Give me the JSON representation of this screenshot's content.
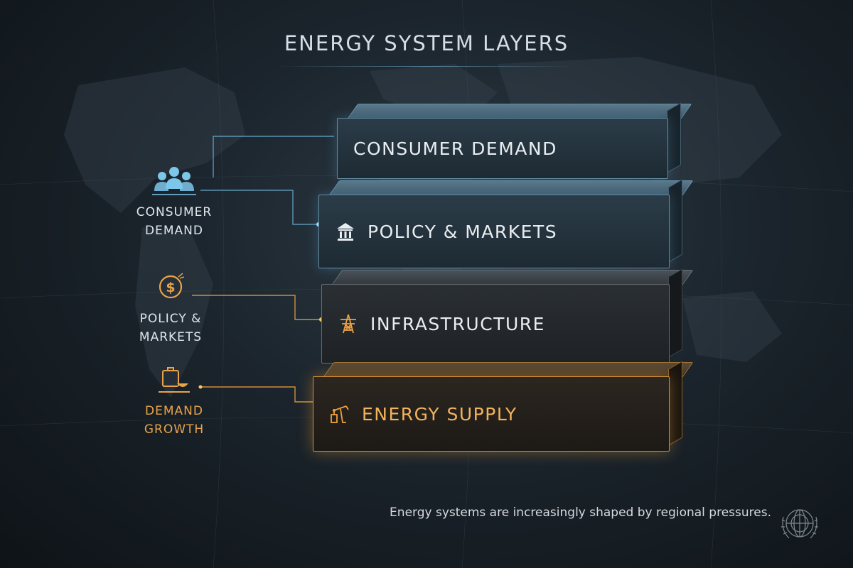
{
  "title": "ENERGY SYSTEM LAYERS",
  "layers": [
    {
      "label": "CONSUMER DEMAND",
      "icon": "none",
      "style": "blue"
    },
    {
      "label": "POLICY & MARKETS",
      "icon": "bank-icon",
      "style": "blue"
    },
    {
      "label": "INFRASTRUCTURE",
      "icon": "transmission-tower-icon",
      "style": "dark"
    },
    {
      "label": "ENERGY SUPPLY",
      "icon": "oil-pump-icon",
      "style": "gold"
    }
  ],
  "side_labels": [
    {
      "line1": "CONSUMER",
      "line2": "DEMAND",
      "icon": "people-icon",
      "color": "#7cc6ea"
    },
    {
      "line1": "POLICY &",
      "line2": "MARKETS",
      "icon": "dollar-coin-icon",
      "color": "#e9a34a"
    },
    {
      "line1": "DEMAND",
      "line2": "GROWTH",
      "icon": "briefcase-bowl-icon",
      "color": "#e9a34a"
    }
  ],
  "caption": "Energy systems are increasingly shaped by regional pressures.",
  "emblem": {
    "icon": "globe-emblem-icon"
  },
  "colors": {
    "blue_accent": "#7cc6ea",
    "gold_accent": "#f0a040"
  }
}
